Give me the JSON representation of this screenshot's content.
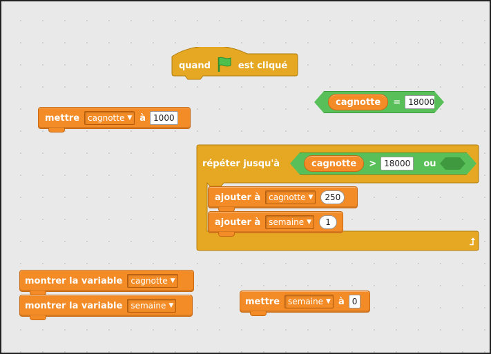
{
  "hat": {
    "quand": "quand",
    "est_clique": "est cliqué"
  },
  "set_top": {
    "label": "mettre",
    "variable": "cagnotte",
    "a": "à",
    "value": "1000"
  },
  "compare_eq": {
    "variable": "cagnotte",
    "op": "=",
    "value": "18000"
  },
  "repeat": {
    "label": "répéter jusqu'à",
    "variable": "cagnotte",
    "op": ">",
    "value": "18000",
    "ou": "ou"
  },
  "add1": {
    "label": "ajouter à",
    "variable": "cagnotte",
    "value": "250"
  },
  "add2": {
    "label": "ajouter à",
    "variable": "semaine",
    "value": "1"
  },
  "show1": {
    "label": "montrer la variable",
    "variable": "cagnotte"
  },
  "show2": {
    "label": "montrer la variable",
    "variable": "semaine"
  },
  "set_bottom": {
    "label": "mettre",
    "variable": "semaine",
    "a": "à",
    "value": "0"
  },
  "colors": {
    "orange": "#f38b26",
    "green": "#59c059",
    "gold": "#e6a822"
  },
  "icons": {
    "flag": "green-flag-icon",
    "loop": "loop-arrow-icon",
    "dropdown": "dropdown-arrow-icon"
  }
}
